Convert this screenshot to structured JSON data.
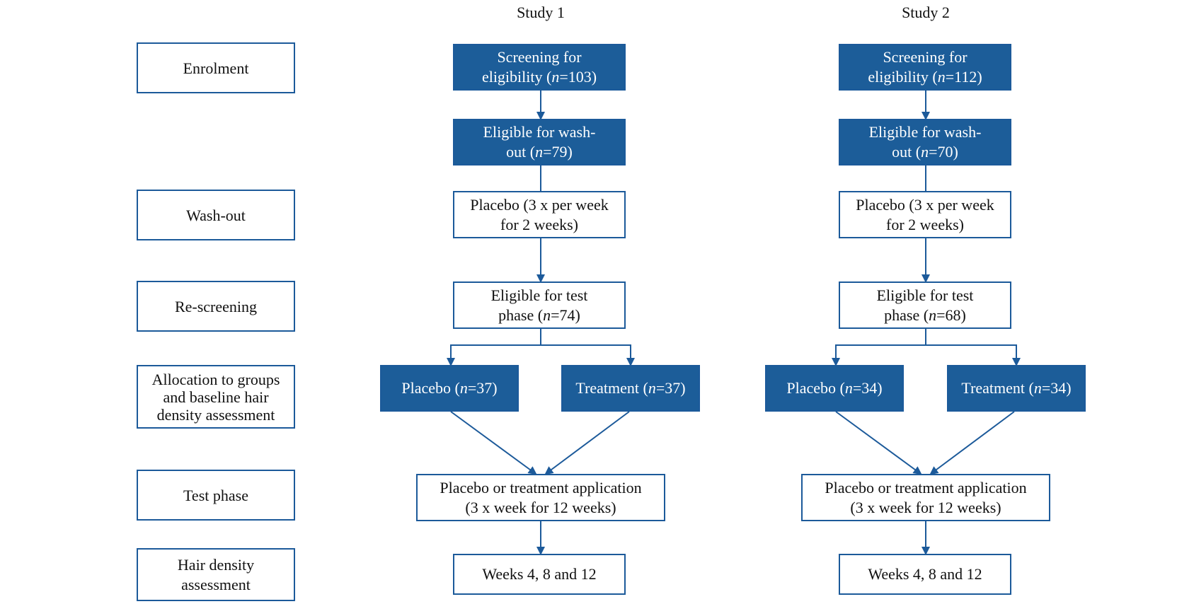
{
  "studies": [
    {
      "heading": "Study 1",
      "screening": [
        "Screening for",
        "eligibility (",
        "n",
        "=103)"
      ],
      "washout_eligible": [
        "Eligible for wash-",
        "out (",
        "n",
        "=79)"
      ],
      "placebo_washout": [
        "Placebo (3 x per week",
        "for 2 weeks)"
      ],
      "test_eligible": [
        "Eligible for test",
        "phase (",
        "n",
        "=74)"
      ],
      "group_placebo": [
        "Placebo (",
        "n",
        "=37)"
      ],
      "group_treatment": [
        "Treatment (",
        "n",
        "=37)"
      ],
      "application": [
        "Placebo or treatment application",
        "(3 x week for 12 weeks)"
      ],
      "weeks": "Weeks 4, 8 and 12"
    },
    {
      "heading": "Study 2",
      "screening": [
        "Screening for",
        "eligibility (",
        "n",
        "=112)"
      ],
      "washout_eligible": [
        "Eligible for wash-",
        "out (",
        "n",
        "=70)"
      ],
      "placebo_washout": [
        "Placebo (3 x per week",
        "for 2 weeks)"
      ],
      "test_eligible": [
        "Eligible for test",
        "phase (",
        "n",
        "=68)"
      ],
      "group_placebo": [
        "Placebo (",
        "n",
        "=34)"
      ],
      "group_treatment": [
        "Treatment (",
        "n",
        "=34)"
      ],
      "application": [
        "Placebo or treatment application",
        "(3 x week for 12 weeks)"
      ],
      "weeks": "Weeks 4, 8 and 12"
    }
  ],
  "stages": [
    [
      "Enrolment"
    ],
    [
      "Wash-out"
    ],
    [
      "Re-screening"
    ],
    [
      "Allocation to groups",
      "and baseline hair",
      "density assessment"
    ],
    [
      "Test phase"
    ],
    [
      "Hair density",
      "assessment"
    ]
  ],
  "colors": {
    "accent": "#1c5d99",
    "line": "#1c5a9a"
  }
}
